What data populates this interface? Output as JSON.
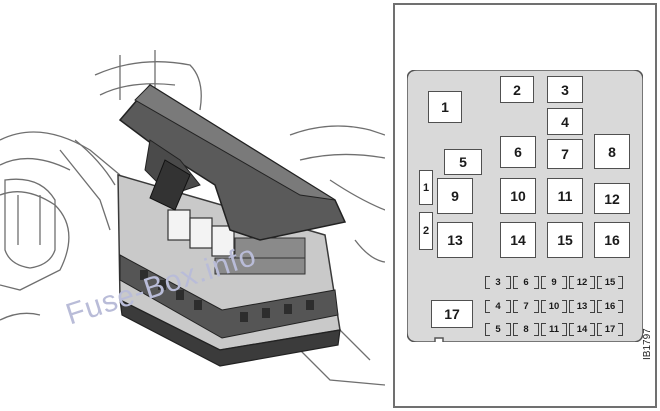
{
  "watermark": "Fuse-Box.info",
  "image_code": "IB1797",
  "relays": [
    {
      "label": "1"
    },
    {
      "label": "2"
    },
    {
      "label": "3"
    },
    {
      "label": "4"
    },
    {
      "label": "5"
    },
    {
      "label": "6"
    },
    {
      "label": "7"
    },
    {
      "label": "8"
    },
    {
      "label": "9"
    },
    {
      "label": "10"
    },
    {
      "label": "11"
    },
    {
      "label": "12"
    },
    {
      "label": "13"
    },
    {
      "label": "14"
    },
    {
      "label": "15"
    },
    {
      "label": "16"
    },
    {
      "label": "17"
    }
  ],
  "side_fuses": [
    {
      "label": "1"
    },
    {
      "label": "2"
    }
  ],
  "mini_fuses": [
    {
      "label": "3"
    },
    {
      "label": "6"
    },
    {
      "label": "9"
    },
    {
      "label": "12"
    },
    {
      "label": "15"
    },
    {
      "label": "4"
    },
    {
      "label": "7"
    },
    {
      "label": "10"
    },
    {
      "label": "13"
    },
    {
      "label": "16"
    },
    {
      "label": "5"
    },
    {
      "label": "8"
    },
    {
      "label": "11"
    },
    {
      "label": "14"
    },
    {
      "label": "17"
    }
  ]
}
